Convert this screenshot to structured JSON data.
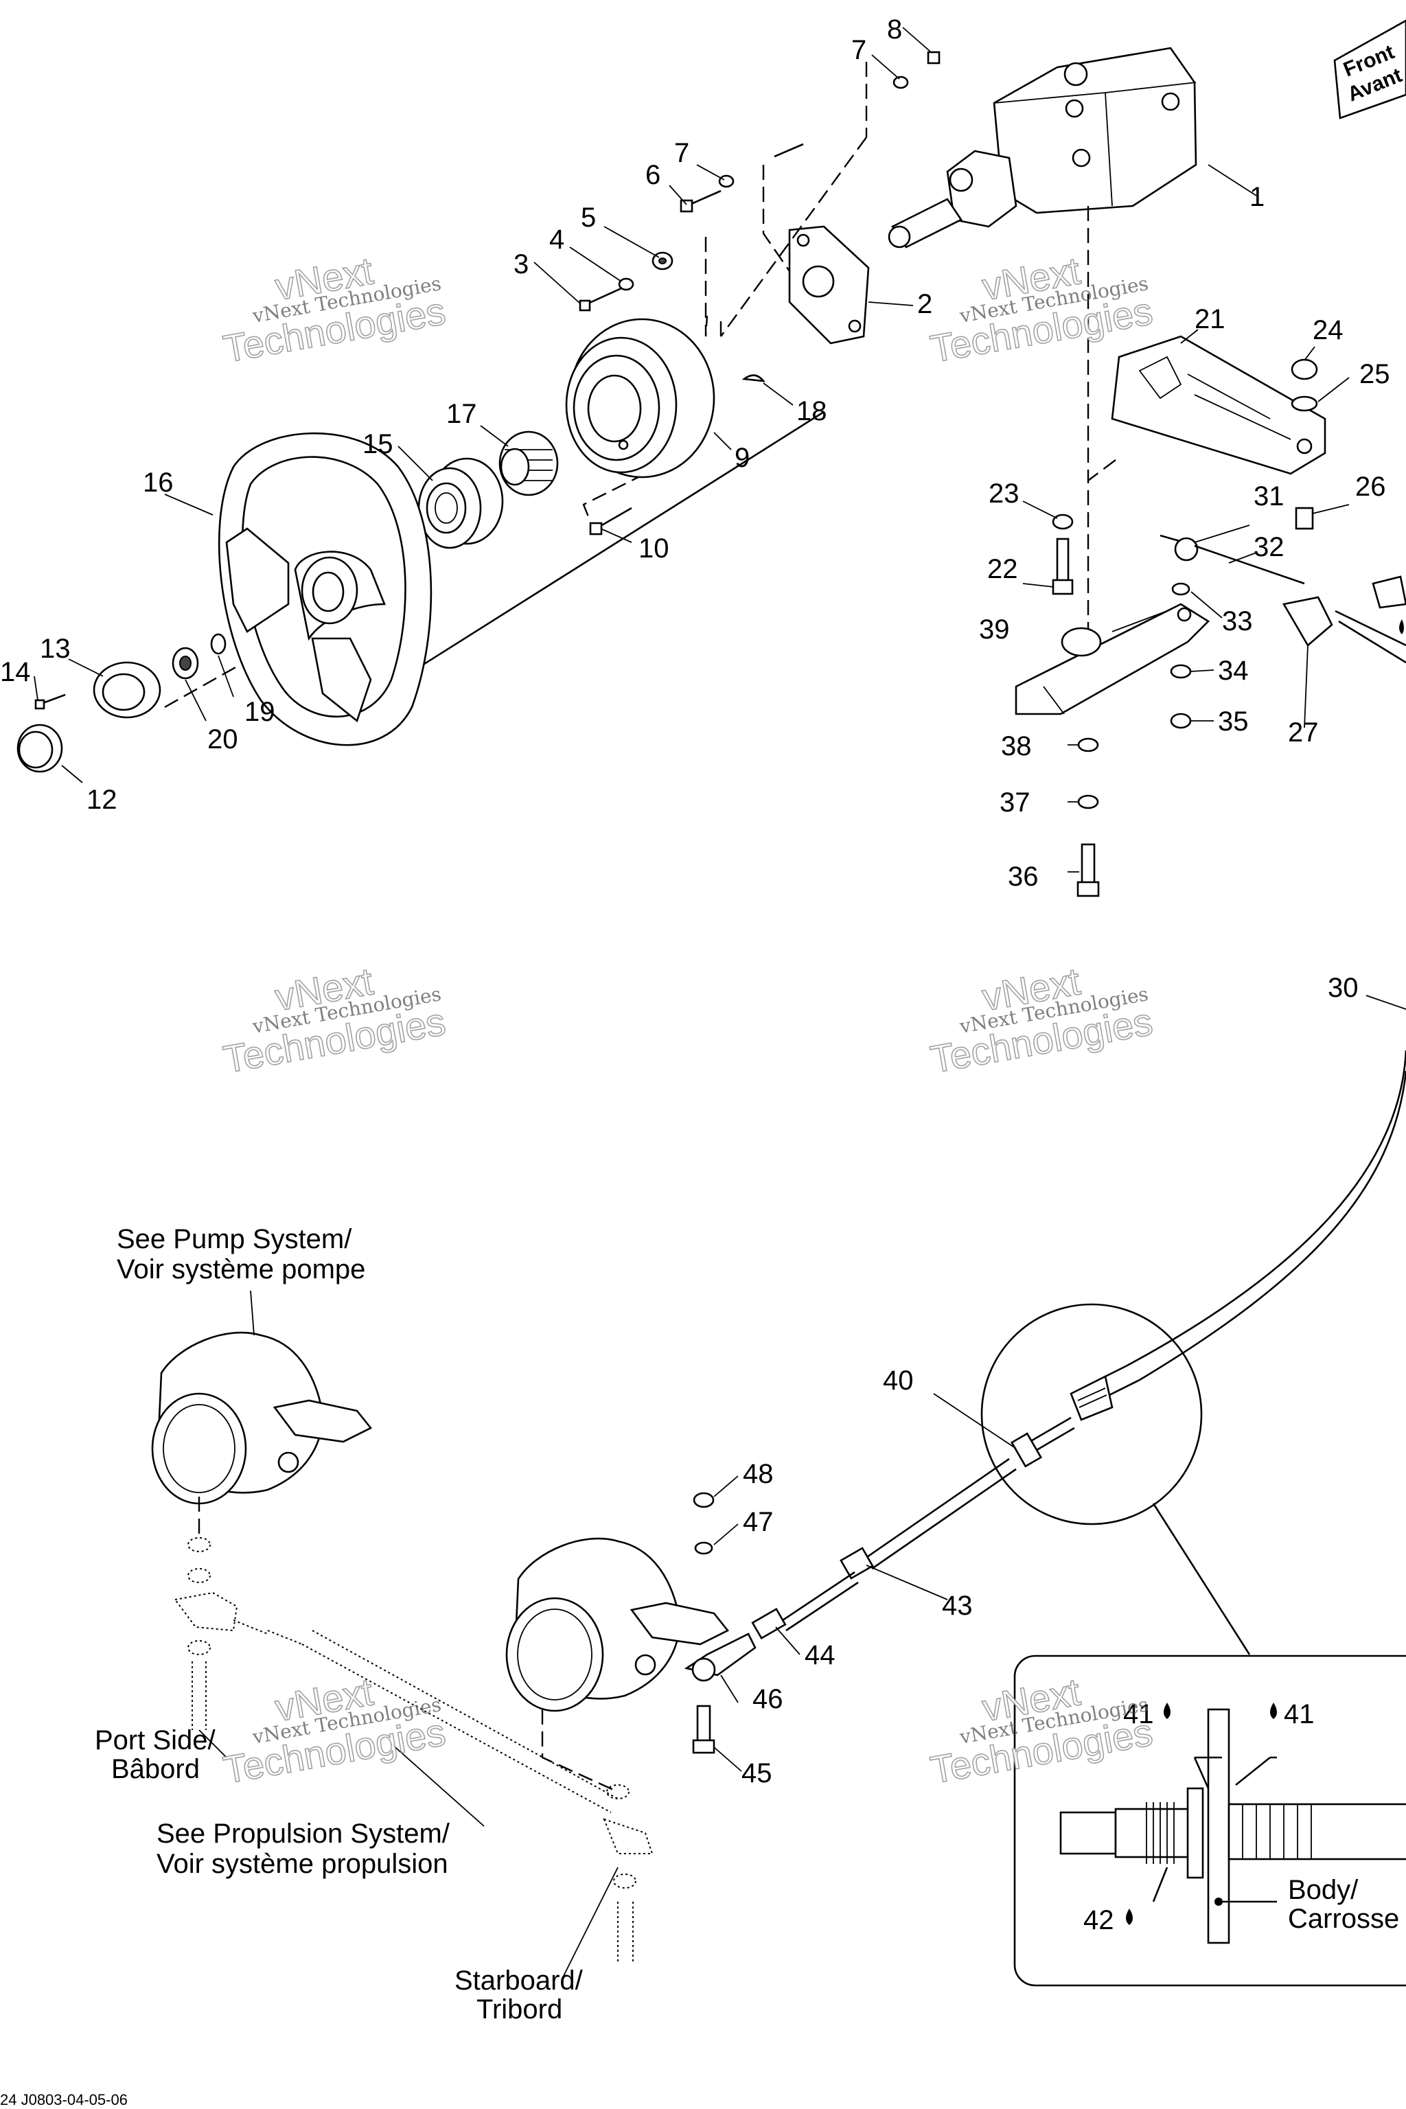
{
  "front_label": {
    "line1": "Front",
    "line2": "Avant"
  },
  "watermark": {
    "line1": "vNext Technologies",
    "line2": "vNext",
    "line3": "Technologies"
  },
  "callouts": {
    "c1": "1",
    "c2": "2",
    "c3": "3",
    "c4": "4",
    "c5": "5",
    "c6": "6",
    "c7a": "7",
    "c7b": "7",
    "c8": "8",
    "c9": "9",
    "c10": "10",
    "c12": "12",
    "c13": "13",
    "c14": "14",
    "c15": "15",
    "c16": "16",
    "c17": "17",
    "c18": "18",
    "c19": "19",
    "c20": "20",
    "c21": "21",
    "c22": "22",
    "c23": "23",
    "c24": "24",
    "c25": "25",
    "c26": "26",
    "c27": "27",
    "c30": "30",
    "c31": "31",
    "c32": "32",
    "c33": "33",
    "c34": "34",
    "c35": "35",
    "c36": "36",
    "c37": "37",
    "c38": "38",
    "c39": "39",
    "c40": "40",
    "c41a": "41",
    "c41b": "41",
    "c42": "42",
    "c43": "43",
    "c44": "44",
    "c45": "45",
    "c46": "46",
    "c47": "47",
    "c48": "48"
  },
  "notes": {
    "pump_line1": "See Pump System/",
    "pump_line2": "Voir système pompe",
    "port_line1": "Port Side/",
    "port_line2": "Bâbord",
    "prop_line1": "See Propulsion System/",
    "prop_line2": "Voir système propulsion",
    "starboard_line1": "Starboard/",
    "starboard_line2": "Tribord",
    "body_line1": "Body/",
    "body_line2": "Carrosse"
  },
  "footer": {
    "code": "24 J0803-04-05-06"
  }
}
